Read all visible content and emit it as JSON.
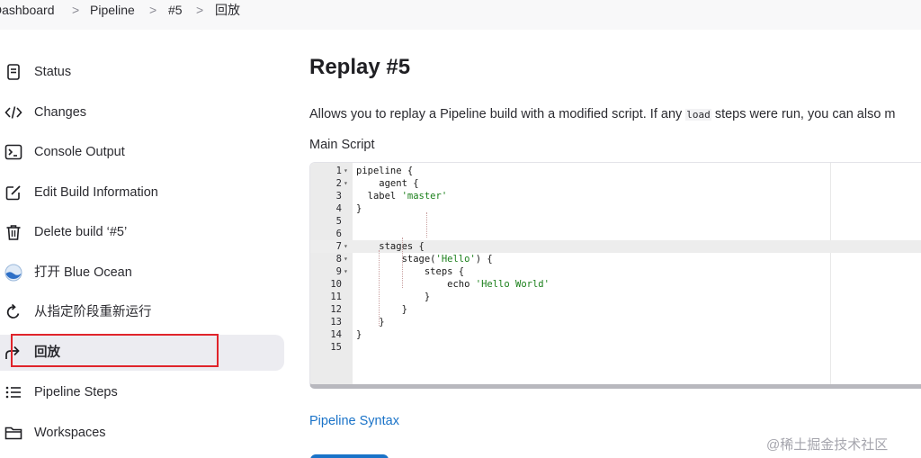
{
  "breadcrumb": {
    "items": [
      "Dashboard",
      "Pipeline",
      "#5",
      "回放"
    ],
    "separator": ">"
  },
  "sidebar": {
    "items": [
      {
        "label": "Status",
        "icon": "document-icon"
      },
      {
        "label": "Changes",
        "icon": "code-icon"
      },
      {
        "label": "Console Output",
        "icon": "terminal-icon"
      },
      {
        "label": "Edit Build Information",
        "icon": "edit-icon"
      },
      {
        "label": "Delete build ‘#5’",
        "icon": "trash-icon"
      },
      {
        "label": "打开 Blue Ocean",
        "icon": "blue-ocean-icon"
      },
      {
        "label": "从指定阶段重新运行",
        "icon": "restart-icon"
      },
      {
        "label": "回放",
        "icon": "replay-icon",
        "active": true
      },
      {
        "label": "Pipeline Steps",
        "icon": "list-icon"
      },
      {
        "label": "Workspaces",
        "icon": "folder-icon"
      }
    ]
  },
  "main": {
    "title": "Replay #5",
    "description_before": "Allows you to replay a Pipeline build with a modified script. If any ",
    "description_code": "load",
    "description_after": " steps were run, you can also m",
    "script_label": "Main Script",
    "syntax_link": "Pipeline Syntax"
  },
  "editor": {
    "active_line": 7,
    "lines": [
      {
        "n": "1",
        "fold": true,
        "text": "pipeline {"
      },
      {
        "n": "2",
        "fold": true,
        "text": "    agent {"
      },
      {
        "n": "3",
        "fold": false,
        "pre": "  label ",
        "str": "'master'",
        "post": ""
      },
      {
        "n": "4",
        "fold": false,
        "text": "}"
      },
      {
        "n": "5",
        "fold": false,
        "text": ""
      },
      {
        "n": "6",
        "fold": false,
        "text": ""
      },
      {
        "n": "7",
        "fold": true,
        "text": "    stages {"
      },
      {
        "n": "8",
        "fold": true,
        "pre": "        stage(",
        "str": "'Hello'",
        "post": ") {"
      },
      {
        "n": "9",
        "fold": true,
        "text": "            steps {"
      },
      {
        "n": "10",
        "fold": false,
        "pre": "                echo ",
        "str": "'Hello World'",
        "post": ""
      },
      {
        "n": "11",
        "fold": false,
        "text": "            }"
      },
      {
        "n": "12",
        "fold": false,
        "text": "        }"
      },
      {
        "n": "13",
        "fold": false,
        "text": "    }"
      },
      {
        "n": "14",
        "fold": false,
        "text": "}"
      },
      {
        "n": "15",
        "fold": false,
        "text": ""
      }
    ]
  },
  "watermark": "@稀土掘金技术社区",
  "colors": {
    "link": "#1a73c8",
    "highlight_border": "#e0242b",
    "active_item_bg": "#ececf1",
    "string": "#1a7f1a"
  }
}
